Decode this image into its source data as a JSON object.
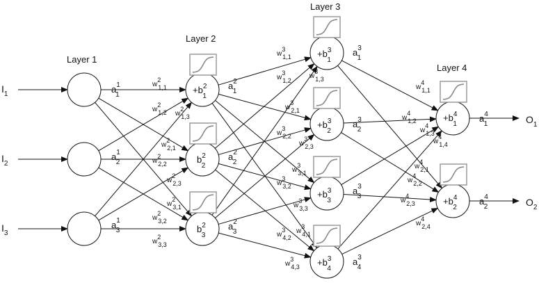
{
  "layers": [
    {
      "label": "Layer 1"
    },
    {
      "label": "Layer 2"
    },
    {
      "label": "Layer 3"
    },
    {
      "label": "Layer 4"
    }
  ],
  "inputs": [
    {
      "base": "I",
      "sub": "1"
    },
    {
      "base": "I",
      "sub": "2"
    },
    {
      "base": "I",
      "sub": "3"
    }
  ],
  "outputs": [
    {
      "base": "O",
      "sub": "1"
    },
    {
      "base": "O",
      "sub": "2"
    }
  ],
  "layer1": {
    "activations": [
      {
        "base": "a",
        "sup": "1",
        "sub": "1"
      },
      {
        "base": "a",
        "sup": "1",
        "sub": "2"
      },
      {
        "base": "a",
        "sup": "1",
        "sub": "3"
      }
    ]
  },
  "layer2": {
    "nodes": [
      {
        "base": "+b",
        "sup": "2",
        "sub": "1"
      },
      {
        "base": "b",
        "sup": "2",
        "sub": "2"
      },
      {
        "base": "b",
        "sup": "2",
        "sub": "3"
      }
    ],
    "activations": [
      {
        "base": "a",
        "sup": "2",
        "sub": "1"
      },
      {
        "base": "a",
        "sup": "2",
        "sub": "2"
      },
      {
        "base": "a",
        "sup": "2",
        "sub": "3"
      }
    ],
    "weights": [
      {
        "base": "w",
        "sup": "2",
        "sub": "1,1"
      },
      {
        "base": "w",
        "sup": "2",
        "sub": "1,2"
      },
      {
        "base": "w",
        "sup": "2",
        "sub": "1,3"
      },
      {
        "base": "w",
        "sup": "2",
        "sub": "2,1"
      },
      {
        "base": "w",
        "sup": "2",
        "sub": "2,2"
      },
      {
        "base": "w",
        "sup": "2",
        "sub": "2,3"
      },
      {
        "base": "w",
        "sup": "2",
        "sub": "3,1"
      },
      {
        "base": "w",
        "sup": "2",
        "sub": "3,2"
      },
      {
        "base": "w",
        "sup": "2",
        "sub": "3,3"
      }
    ]
  },
  "layer3": {
    "nodes": [
      {
        "base": "+b",
        "sup": "3",
        "sub": "1"
      },
      {
        "base": "+b",
        "sup": "3",
        "sub": "2"
      },
      {
        "base": "+b",
        "sup": "3",
        "sub": "3"
      },
      {
        "base": "+b",
        "sup": "3",
        "sub": "4"
      }
    ],
    "activations": [
      {
        "base": "a",
        "sup": "3",
        "sub": "1"
      },
      {
        "base": "a",
        "sup": "3",
        "sub": "2"
      },
      {
        "base": "a",
        "sup": "3",
        "sub": "3"
      },
      {
        "base": "a",
        "sup": "3",
        "sub": "4"
      }
    ],
    "weights": [
      {
        "base": "w",
        "sup": "3",
        "sub": "1,1"
      },
      {
        "base": "w",
        "sup": "3",
        "sub": "1,2"
      },
      {
        "base": "w",
        "sup": "3",
        "sub": "1,3"
      },
      {
        "base": "w",
        "sup": "3",
        "sub": "2,1"
      },
      {
        "base": "w",
        "sup": "3",
        "sub": "2,2"
      },
      {
        "base": "w",
        "sup": "3",
        "sub": "2,3"
      },
      {
        "base": "w",
        "sup": "3",
        "sub": "3,1"
      },
      {
        "base": "w",
        "sup": "3",
        "sub": "3,2"
      },
      {
        "base": "w",
        "sup": "3",
        "sub": "3,3"
      },
      {
        "base": "w",
        "sup": "3",
        "sub": "4,1"
      },
      {
        "base": "w",
        "sup": "3",
        "sub": "4,2"
      },
      {
        "base": "w",
        "sup": "3",
        "sub": "4,3"
      }
    ]
  },
  "layer4": {
    "nodes": [
      {
        "base": "+b",
        "sup": "4",
        "sub": "1"
      },
      {
        "base": "+b",
        "sup": "4",
        "sub": "2"
      }
    ],
    "activations": [
      {
        "base": "a",
        "sup": "4",
        "sub": "1"
      },
      {
        "base": "a",
        "sup": "4",
        "sub": "2"
      }
    ],
    "weights": [
      {
        "base": "w",
        "sup": "4",
        "sub": "1,1"
      },
      {
        "base": "w",
        "sup": "4",
        "sub": "1,2"
      },
      {
        "base": "w",
        "sup": "4",
        "sub": "1,3"
      },
      {
        "base": "w",
        "sup": "4",
        "sub": "1,4"
      },
      {
        "base": "w",
        "sup": "4",
        "sub": "2,1"
      },
      {
        "base": "w",
        "sup": "4",
        "sub": "2,2"
      },
      {
        "base": "w",
        "sup": "4",
        "sub": "2,3"
      },
      {
        "base": "w",
        "sup": "4",
        "sub": "2,4"
      }
    ]
  },
  "activation_icon": "sigmoid-curve-icon",
  "colors": {
    "line": "#111111",
    "icon_border": "#9a9a9a",
    "icon_curve": "#8a8a8a"
  }
}
